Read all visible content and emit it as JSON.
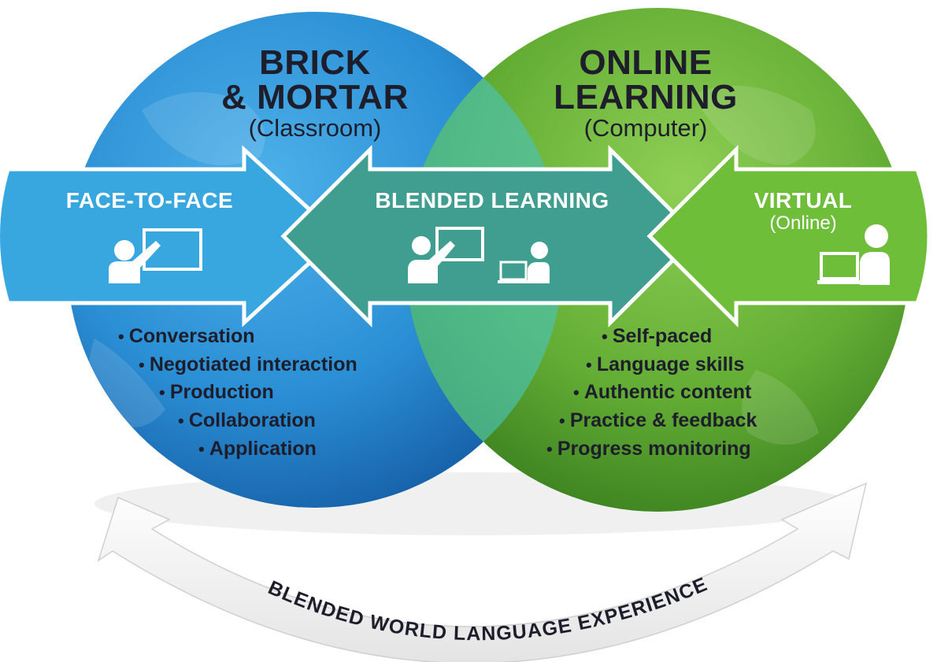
{
  "left_circle": {
    "title_line1": "BRICK",
    "title_line2": "& MORTAR",
    "subtitle": "(Classroom)",
    "items": [
      "Conversation",
      "Negotiated interaction",
      "Production",
      "Collaboration",
      "Application"
    ]
  },
  "right_circle": {
    "title_line1": "ONLINE",
    "title_line2": "LEARNING",
    "subtitle": "(Computer)",
    "items": [
      "Self-paced",
      "Language skills",
      "Authentic content",
      "Practice & feedback",
      "Progress monitoring"
    ]
  },
  "bands": {
    "face_to_face": "FACE-TO-FACE",
    "blended": "BLENDED LEARNING",
    "virtual": "VIRTUAL",
    "virtual_sub": "(Online)"
  },
  "arc_label": "BLENDED WORLD LANGUAGE EXPERIENCE",
  "colors": {
    "blue_circle": "#2a8fd6",
    "green_circle": "#6ab43a",
    "band_blue": "#3aa7df",
    "band_teal": "#3f9e8f",
    "band_green": "#6fbe3a",
    "text_dark": "#1d1d2b"
  }
}
